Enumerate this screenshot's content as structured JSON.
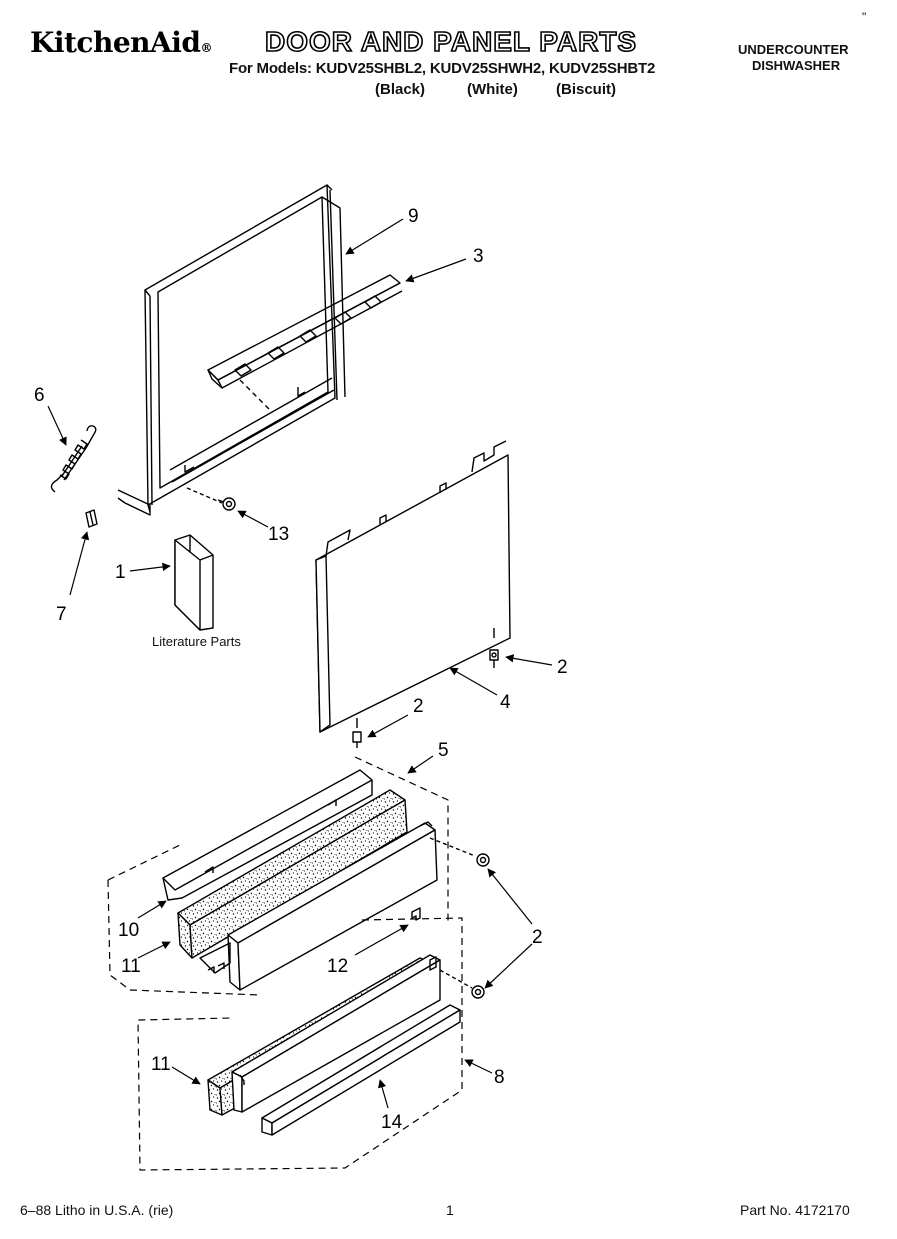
{
  "header": {
    "brand": "KitchenAid",
    "brand_mark": "®",
    "title": "DOOR AND PANEL PARTS",
    "models_line": "For Models: KUDV25SHBL2, KUDV25SHWH2, KUDV25SHBT2",
    "variants": [
      "(Black)",
      "(White)",
      "(Biscuit)"
    ],
    "appliance_line1": "UNDERCOUNTER",
    "appliance_line2": "DISHWASHER"
  },
  "diagram": {
    "literature_label": "Literature Parts",
    "callouts": {
      "c9": "9",
      "c3": "3",
      "c6": "6",
      "c13": "13",
      "c1": "1",
      "c7": "7",
      "c2a": "2",
      "c4": "4",
      "c2b": "2",
      "c5": "5",
      "c2c": "2",
      "c10": "10",
      "c11a": "11",
      "c12": "12",
      "c11b": "11",
      "c8": "8",
      "c14": "14"
    }
  },
  "footer": {
    "left": "6–88 Litho in U.S.A. (rie)",
    "page": "1",
    "part_no": "Part No. 4172170"
  },
  "corner_mark": "\""
}
